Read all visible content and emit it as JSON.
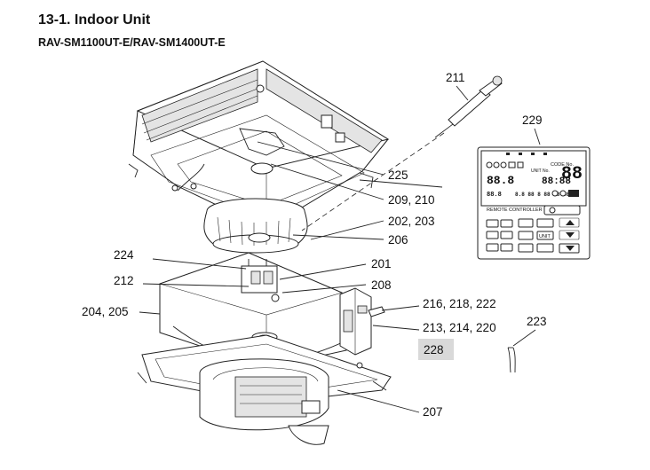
{
  "heading": "13-1.  Indoor Unit",
  "model": "RAV-SM1100UT-E/RAV-SM1400UT-E",
  "callouts": {
    "p211": "211",
    "p229": "229",
    "p225": "225",
    "p209": "209, 210",
    "p202": "202, 203",
    "p206": "206",
    "p224": "224",
    "p201": "201",
    "p212": "212",
    "p208": "208",
    "p216": "216, 218, 222",
    "p204": "204, 205",
    "p213": "213, 214, 220",
    "p223": "223",
    "p228": "228",
    "p207": "207"
  },
  "remote": {
    "label": "REMOTE CONTROLLER",
    "display_main": "88",
    "display_set": "88.8",
    "display_temp": "88.8",
    "display_code": "CODE No.",
    "display_unit": "UNIT No.",
    "display_clock": "88:88",
    "display_timer": "8.8 88 8 88 88 88",
    "btn_unit": "UNIT"
  },
  "colors": {
    "highlight": "#d9d9d9",
    "line": "#222222"
  }
}
